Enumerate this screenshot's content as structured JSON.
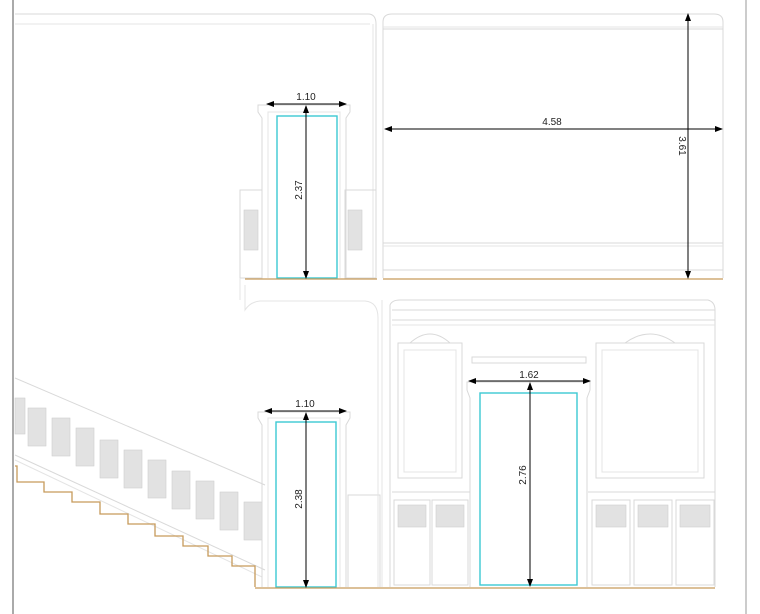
{
  "drawing": {
    "upper_elevation": {
      "door_width": "1.10",
      "door_height": "2.37",
      "wall_width": "4.58",
      "wall_height": "3.61"
    },
    "lower_elevation": {
      "door_left_width": "1.10",
      "door_left_height": "2.38",
      "door_right_width": "1.62",
      "door_right_height": "2.76"
    },
    "colors": {
      "door_outline": "#3cc9d2",
      "floor_line": "#c79a5a",
      "dimension": "#000000"
    }
  }
}
